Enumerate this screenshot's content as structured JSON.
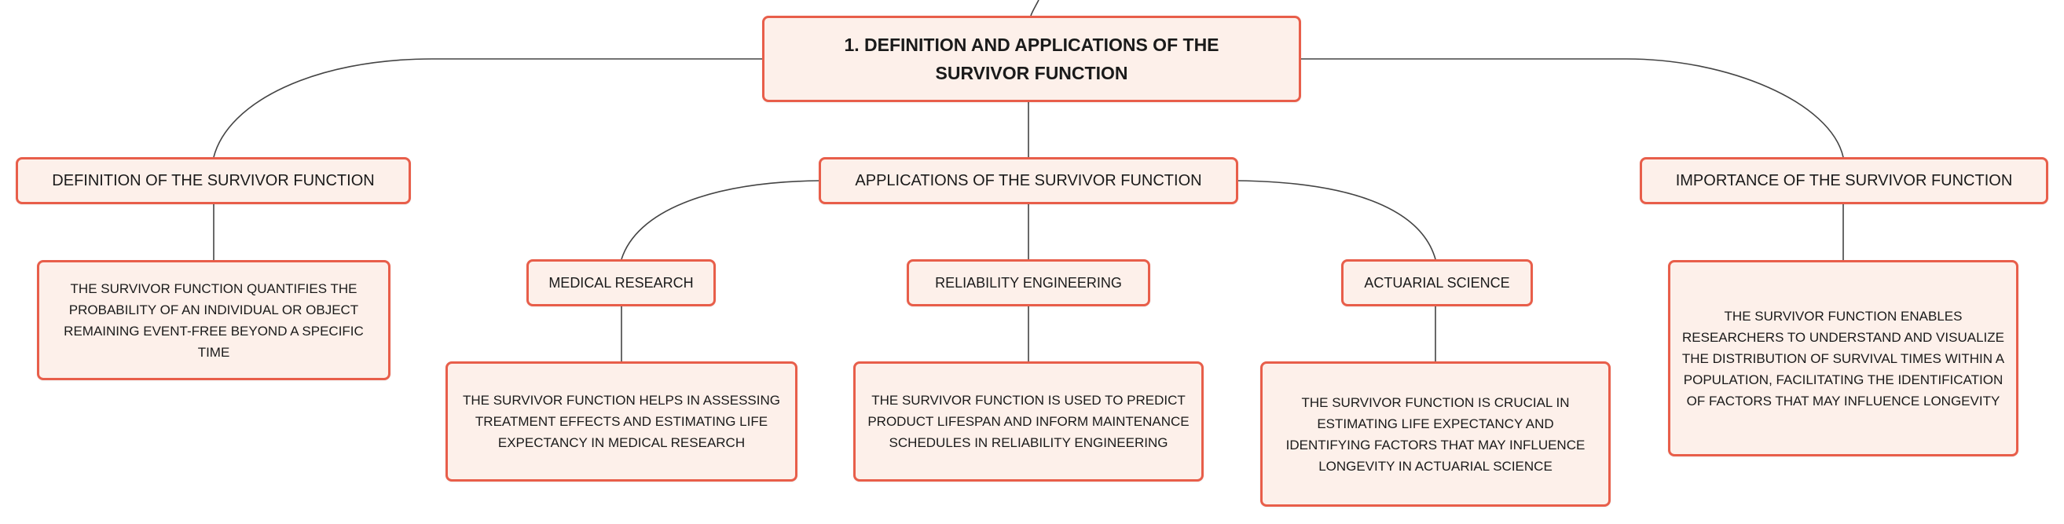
{
  "root": {
    "title": "1. DEFINITION AND APPLICATIONS OF THE SURVIVOR FUNCTION"
  },
  "branches": {
    "definition": {
      "label": "DEFINITION OF THE SURVIVOR FUNCTION",
      "detail": "THE SURVIVOR FUNCTION QUANTIFIES THE PROBABILITY OF AN INDIVIDUAL OR OBJECT REMAINING EVENT-FREE BEYOND A SPECIFIC TIME"
    },
    "applications": {
      "label": "APPLICATIONS OF THE SURVIVOR FUNCTION",
      "children": {
        "medical": {
          "label": "MEDICAL RESEARCH",
          "detail": "THE SURVIVOR FUNCTION HELPS IN ASSESSING TREATMENT EFFECTS AND ESTIMATING LIFE EXPECTANCY IN MEDICAL RESEARCH"
        },
        "reliability": {
          "label": "RELIABILITY ENGINEERING",
          "detail": "THE SURVIVOR FUNCTION IS USED TO PREDICT PRODUCT LIFESPAN AND INFORM MAINTENANCE SCHEDULES IN RELIABILITY ENGINEERING"
        },
        "actuarial": {
          "label": "ACTUARIAL SCIENCE",
          "detail": "THE SURVIVOR FUNCTION IS CRUCIAL IN ESTIMATING LIFE EXPECTANCY AND IDENTIFYING FACTORS THAT MAY INFLUENCE LONGEVITY IN ACTUARIAL SCIENCE"
        }
      }
    },
    "importance": {
      "label": "IMPORTANCE OF THE SURVIVOR FUNCTION",
      "detail": "THE SURVIVOR FUNCTION ENABLES RESEARCHERS TO UNDERSTAND AND VISUALIZE THE DISTRIBUTION OF SURVIVAL TIMES WITHIN A POPULATION, FACILITATING THE IDENTIFICATION OF FACTORS THAT MAY INFLUENCE LONGEVITY"
    }
  },
  "colors": {
    "border": "#e85e4a",
    "fill": "#fdf0ea",
    "connector": "#444444"
  }
}
